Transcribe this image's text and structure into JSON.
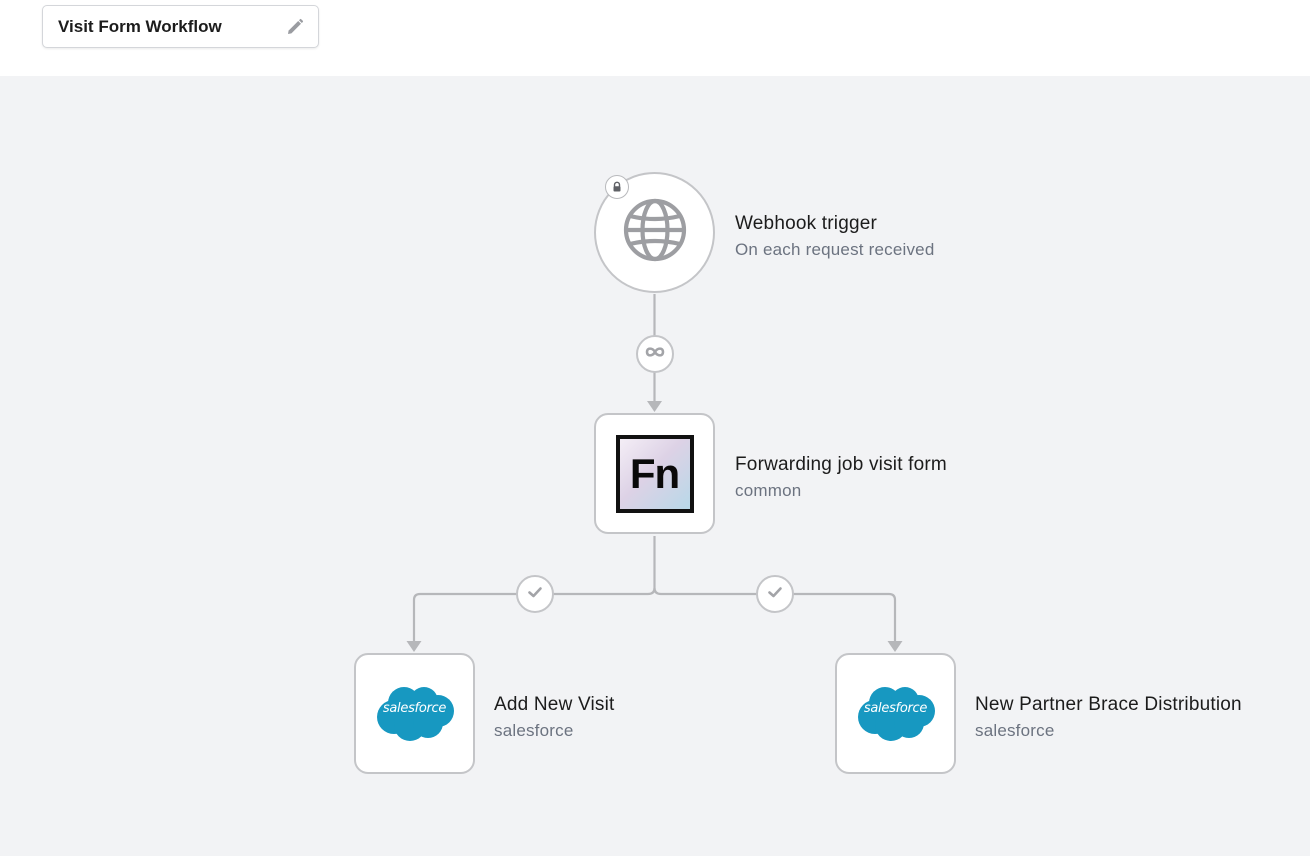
{
  "workflow": {
    "title": "Visit Form Workflow"
  },
  "nodes": {
    "trigger": {
      "title": "Webhook trigger",
      "subtitle": "On each request received"
    },
    "function": {
      "title": "Forwarding job visit form",
      "subtitle": "common",
      "logo_text": "Fn"
    },
    "action_left": {
      "title": "Add New Visit",
      "subtitle": "salesforce",
      "logo_text": "salesforce"
    },
    "action_right": {
      "title": "New Partner Brace Distribution",
      "subtitle": "salesforce",
      "logo_text": "salesforce"
    }
  },
  "icons": {
    "edit": "pencil-icon",
    "trigger": "globe-icon",
    "lock": "lock-icon",
    "loop": "infinity-icon",
    "success": "check-icon"
  },
  "colors": {
    "canvas": "#f2f3f5",
    "edge": "#b6b7ba",
    "salesforce": "#1798c1"
  }
}
